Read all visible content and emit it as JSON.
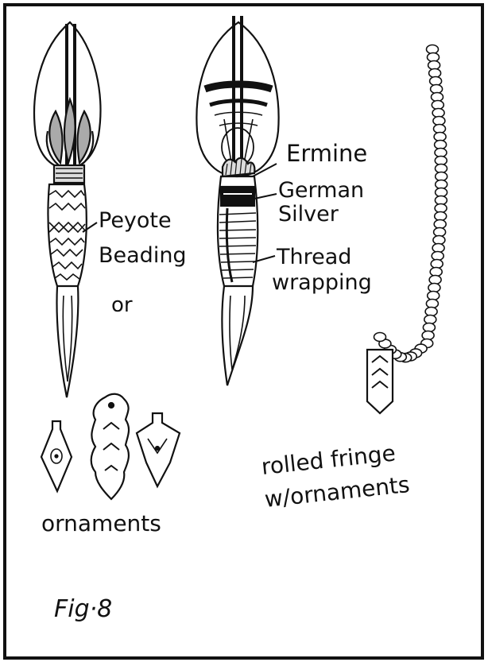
{
  "labels": {
    "ermine": "Ermine",
    "german_silver_line1": "German",
    "german_silver_line2": "Silver",
    "peyote_line1": "Peyote",
    "peyote_line2": "Beading",
    "or": "or",
    "thread_line1": "Thread",
    "thread_line2": "wrapping",
    "fringe_line1": "rolled fringe",
    "fringe_line2": "w/ornaments",
    "ornaments": "ornaments",
    "figure": "Fig·8"
  },
  "colors": {
    "ink": "#111111",
    "paper": "#ffffff"
  }
}
